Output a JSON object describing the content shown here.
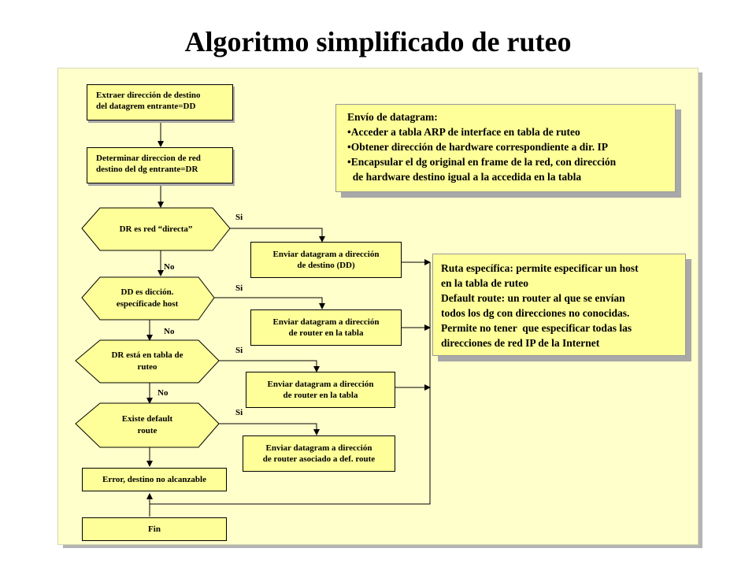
{
  "title": "Algoritmo simplificado de ruteo",
  "steps": {
    "extract": [
      "Extraer dirección de destino",
      "del datagrem entrante=DD"
    ],
    "determine": [
      "Determinar direccion de red",
      "destino del dg entrante=DR"
    ],
    "error": "Error, destino no alcanzable",
    "fin": "Fin"
  },
  "decisions": {
    "d1": [
      "DR es red “directa”"
    ],
    "d2": [
      "DD es dicción.",
      "específicade host"
    ],
    "d3": [
      "DR está en tabla de",
      "ruteo"
    ],
    "d4": [
      "Existe default",
      "route"
    ]
  },
  "actions": {
    "a1": [
      "Enviar datagram a dirección",
      "de destino (DD)"
    ],
    "a2": [
      "Enviar datagram a dirección",
      "de router en la tabla"
    ],
    "a3": [
      "Enviar datagram a dirección",
      "de router en la tabla"
    ],
    "a4": [
      "Enviar datagram a dirección",
      "de router asociado a def. route"
    ]
  },
  "labels": {
    "yes": "Si",
    "no": "No"
  },
  "notes": {
    "send": [
      "Envío de datagram:",
      "•Acceder a tabla ARP de interface en tabla de ruteo",
      "•Obtener dirección de hardware correspondiente a dir. IP",
      "•Encapsular el dg original en frame de la red, con dirección",
      "  de hardware destino igual a la accedida en la tabla"
    ],
    "route": [
      "Ruta específica: permite especificar un host",
      "en la tabla de ruteo",
      "Default route: un router al que se envían",
      "todos los dg con direcciones no conocidas.",
      "Permite no tener  que especificar todas las",
      "direcciones de red IP de la Internet"
    ]
  },
  "colors": {
    "panel": "#ffffcc",
    "box": "#ffff99",
    "shadow": "#a8a8a8"
  }
}
